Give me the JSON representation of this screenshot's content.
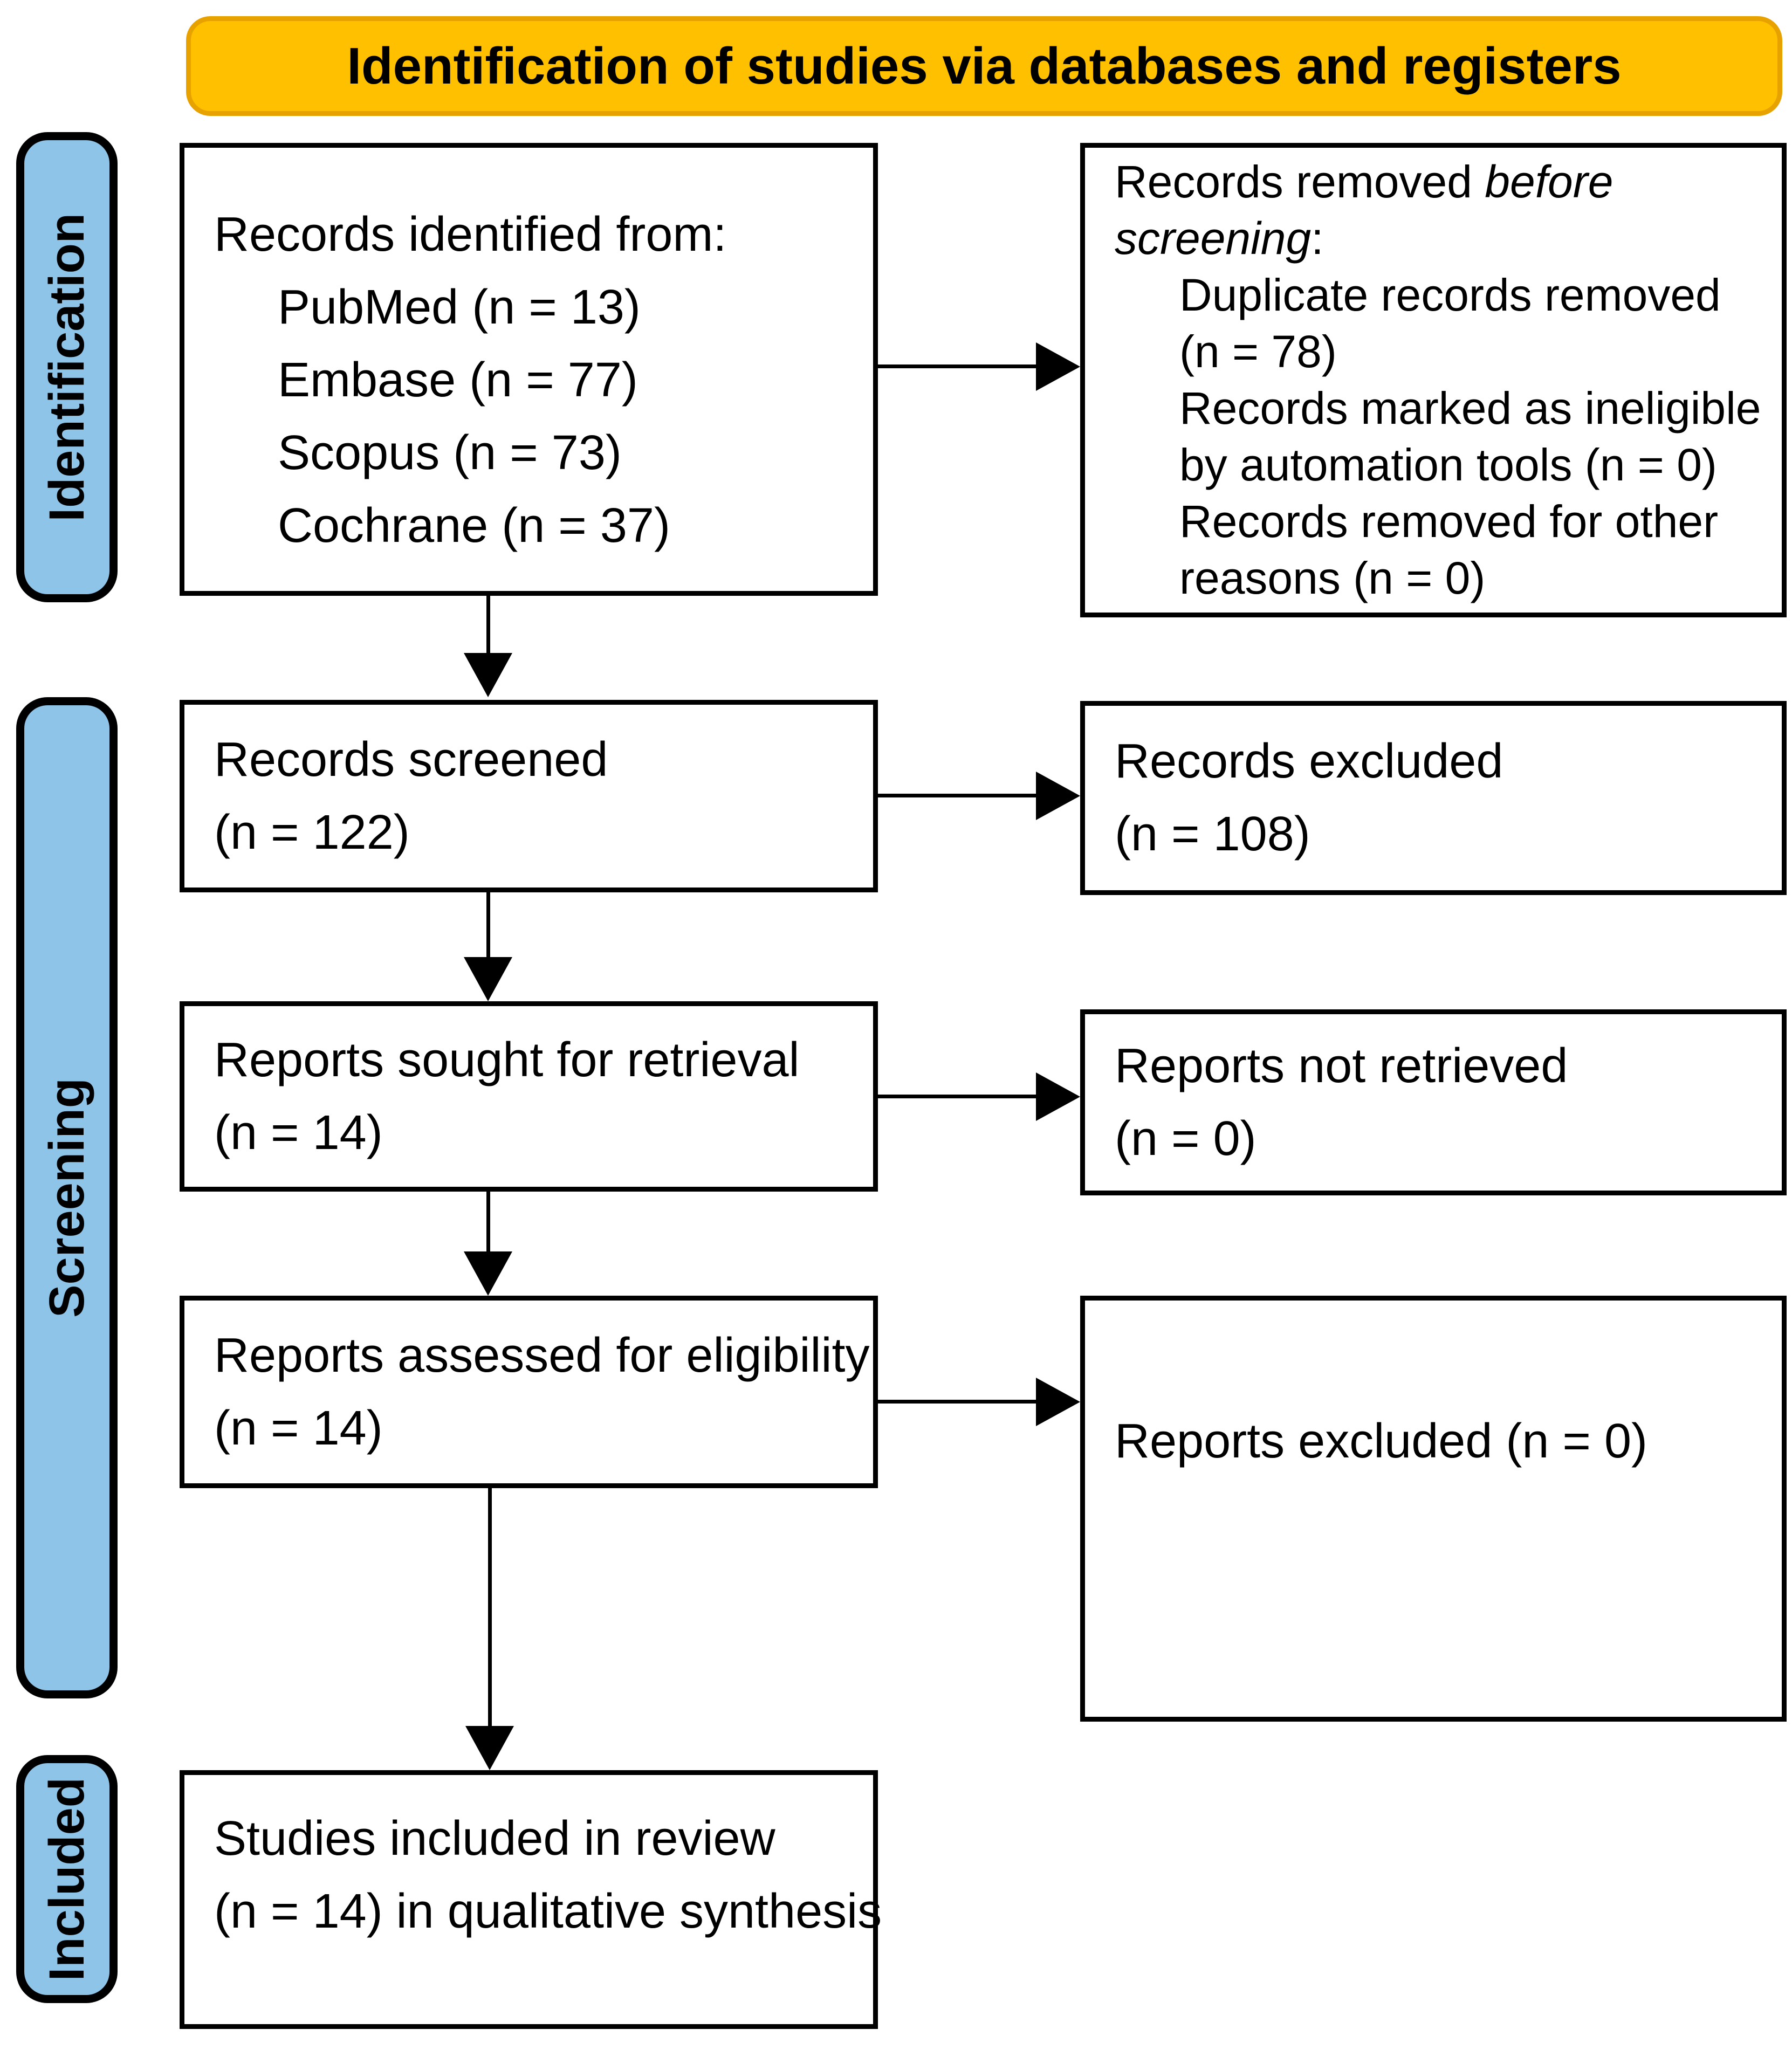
{
  "colors": {
    "banner_bg": "#FFC000",
    "banner_border": "#E8A200",
    "sidebar_fill": "#8EC4E8",
    "box_border": "#000000"
  },
  "header": {
    "title": "Identification of studies via databases and registers"
  },
  "sidebar": {
    "items": [
      {
        "label": "Identification"
      },
      {
        "label": "Screening"
      },
      {
        "label": "Included"
      }
    ]
  },
  "boxes": {
    "identified": {
      "title": "Records identified from:",
      "items": [
        "PubMed (n = 13)",
        "Embase (n = 77)",
        "Scopus (n = 73)",
        "Cochrane (n = 37)"
      ]
    },
    "removed": {
      "title_prefix": "Records removed ",
      "title_italic": "before screening",
      "title_suffix": ":",
      "items": [
        [
          "Duplicate records removed",
          "(n = 78)"
        ],
        [
          "Records marked as ineligible",
          "by automation tools (n = 0)"
        ],
        [
          "Records removed for other",
          "reasons (n = 0)"
        ]
      ]
    },
    "screened": {
      "lines": [
        "Records screened",
        "(n = 122)"
      ]
    },
    "records_excluded": {
      "lines": [
        "Records excluded",
        "(n = 108)"
      ]
    },
    "sought": {
      "lines": [
        "Reports sought for retrieval",
        "(n = 14)"
      ]
    },
    "not_retrieved": {
      "lines": [
        "Reports not retrieved",
        "(n = 0)"
      ]
    },
    "assessed": {
      "lines": [
        "Reports assessed for eligibility",
        "(n = 14)"
      ]
    },
    "reports_excluded": {
      "lines": [
        "Reports excluded (n = 0)"
      ]
    },
    "included_studies": {
      "lines": [
        "Studies included in review",
        "(n = 14) in qualitative synthesis"
      ]
    }
  }
}
